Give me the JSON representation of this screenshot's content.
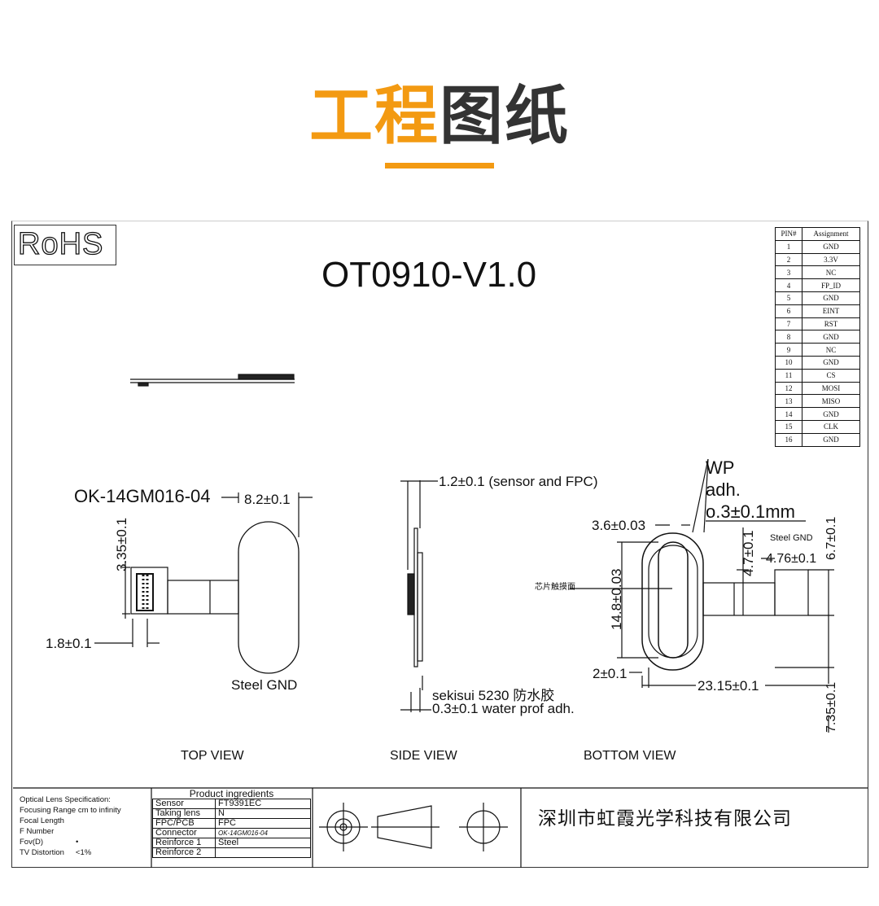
{
  "header": {
    "title_part1": "工程",
    "title_part2": "图纸"
  },
  "drawing": {
    "rohs": "RoHS",
    "model": "OT0910-V1.0",
    "pin_table": {
      "headers": [
        "PIN#",
        "Assignment"
      ],
      "rows": [
        [
          "1",
          "GND"
        ],
        [
          "2",
          "3.3V"
        ],
        [
          "3",
          "NC"
        ],
        [
          "4",
          "FP_ID"
        ],
        [
          "5",
          "GND"
        ],
        [
          "6",
          "EINT"
        ],
        [
          "7",
          "RST"
        ],
        [
          "8",
          "GND"
        ],
        [
          "9",
          "NC"
        ],
        [
          "10",
          "GND"
        ],
        [
          "11",
          "CS"
        ],
        [
          "12",
          "MOSI"
        ],
        [
          "13",
          "MISO"
        ],
        [
          "14",
          "GND"
        ],
        [
          "15",
          "CLK"
        ],
        [
          "16",
          "GND"
        ]
      ]
    },
    "top_view": {
      "connector": "OK-14GM016-04",
      "dim_width": "8.2±0.1",
      "dim_height": "3.35±0.1",
      "dim_offset": "1.8±0.1",
      "steel": "Steel GND",
      "label": "TOP VIEW"
    },
    "side_view": {
      "thickness": "1.2±0.1 (sensor and FPC)",
      "adhesive_name": "sekisui 5230 防水胶",
      "adhesive_thickness": "0.3±0.1 water prof adh.",
      "label": "SIDE VIEW"
    },
    "bottom_view": {
      "wp_line1": "WP",
      "wp_line2": "adh.",
      "wp_line3": "o.3±0.1mm",
      "dim_inner": "3.6±0.03",
      "dim_47": "4.7±0.1",
      "steel": "Steel GND",
      "dim_476": "4.76±0.1",
      "dim_67": "6.7±0.1",
      "chip_label": "芯片触摸面",
      "dim_148": "14.8±0.03",
      "dim_2": "2±0.1",
      "dim_2315": "23.15±0.1",
      "dim_735": "7.35±0.1",
      "label": "BOTTOM VIEW"
    }
  },
  "title_block": {
    "spec_lines": [
      "Optical Lens Specification:",
      "Focusing Range cm to infinity",
      "Focal Length",
      "F Number",
      "Fov(D)",
      "TV Distortion"
    ],
    "fov_value": "•",
    "tv_value": "<1%",
    "ingredients_title": "Product ingredients",
    "ingredients": [
      [
        "Sensor",
        "FT9391EC"
      ],
      [
        "Taking lens",
        "N"
      ],
      [
        "FPC/PCB",
        "FPC"
      ],
      [
        "Connector",
        "OK-14GM016-04"
      ],
      [
        "Reinforce 1",
        "Steel"
      ],
      [
        "Reinforce 2",
        ""
      ]
    ],
    "company": "深圳市虹霞光学科技有限公司"
  }
}
